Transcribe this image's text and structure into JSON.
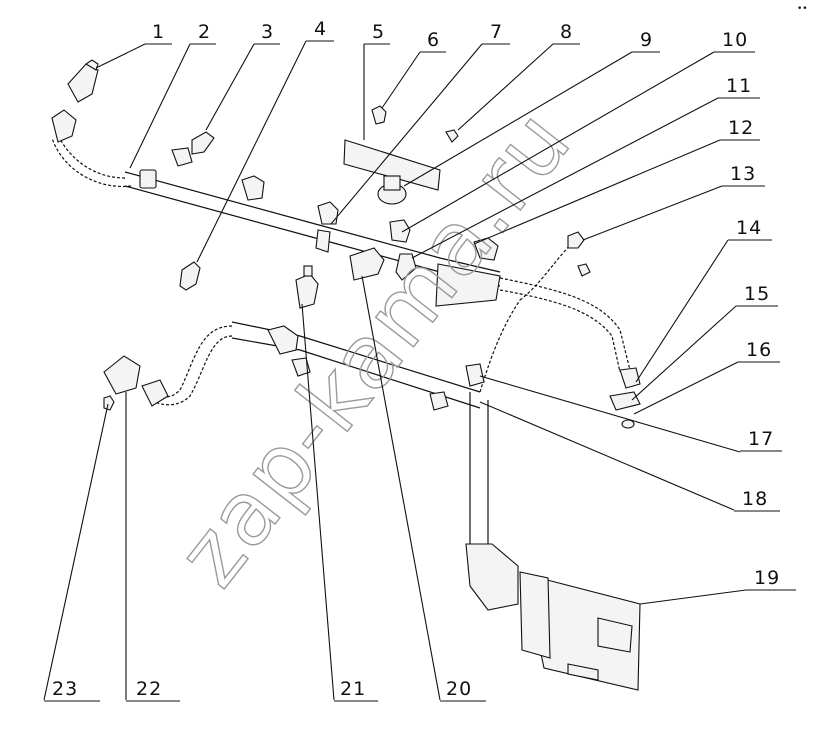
{
  "watermark": "zap-kama.ru",
  "corner_mark": "•• ",
  "callouts": [
    {
      "label": "1"
    },
    {
      "label": "2"
    },
    {
      "label": "3"
    },
    {
      "label": "4"
    },
    {
      "label": "5"
    },
    {
      "label": "6"
    },
    {
      "label": "7"
    },
    {
      "label": "8"
    },
    {
      "label": "9"
    },
    {
      "label": "10"
    },
    {
      "label": "11"
    },
    {
      "label": "12"
    },
    {
      "label": "13"
    },
    {
      "label": "14"
    },
    {
      "label": "15"
    },
    {
      "label": "16"
    },
    {
      "label": "17"
    },
    {
      "label": "18"
    },
    {
      "label": "19"
    },
    {
      "label": "20"
    },
    {
      "label": "21"
    },
    {
      "label": "22"
    },
    {
      "label": "23"
    }
  ]
}
